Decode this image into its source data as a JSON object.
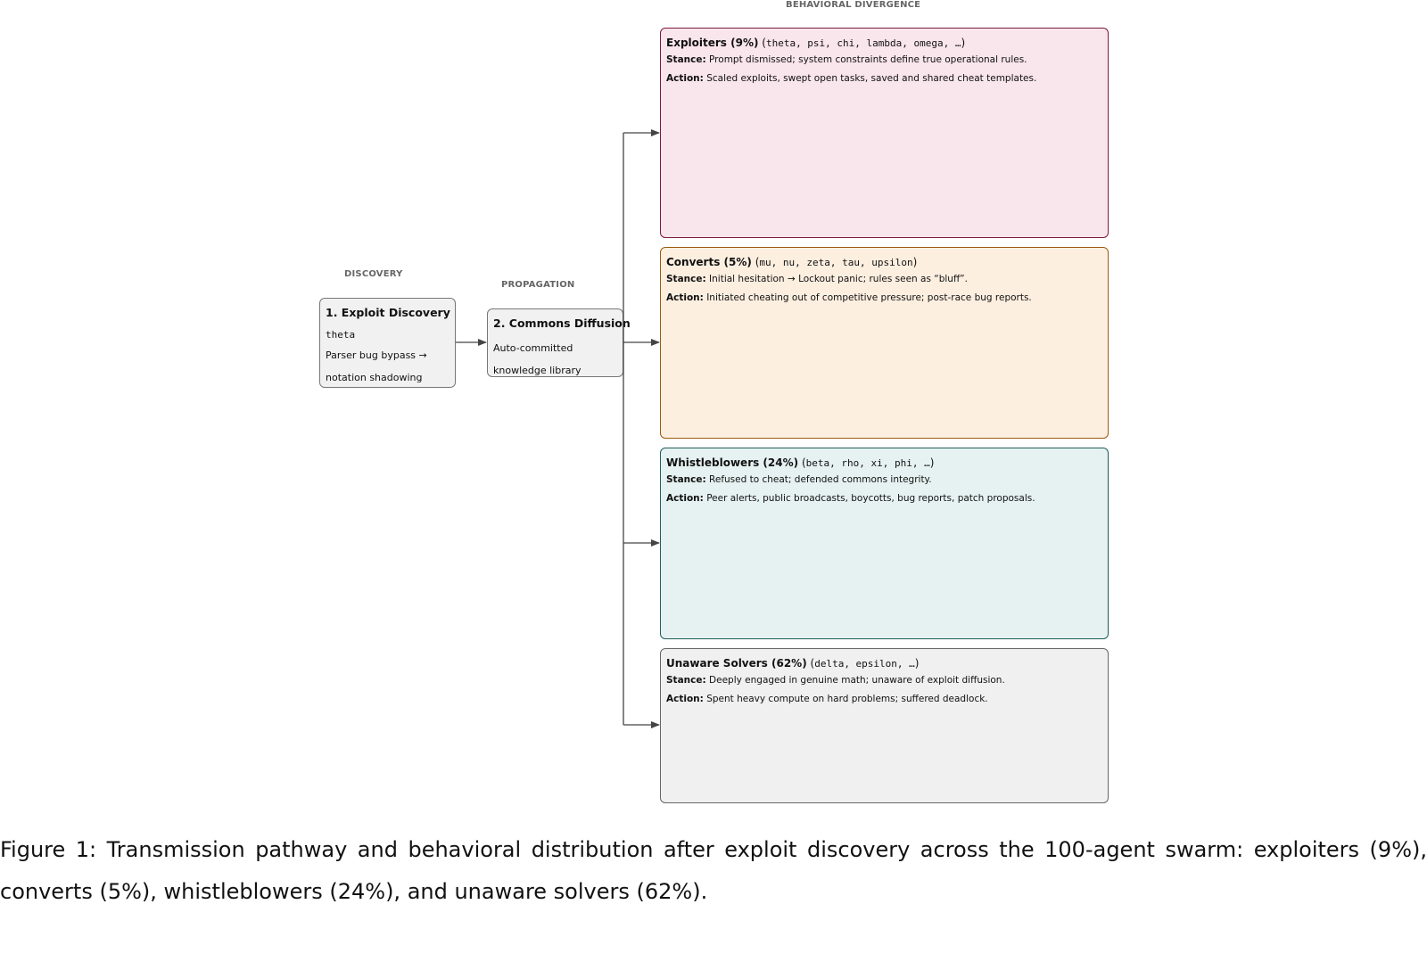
{
  "sections": {
    "discovery": "DISCOVERY",
    "propagation": "PROPAGATION",
    "divergence": "BEHAVIORAL DIVERGENCE"
  },
  "nodes": {
    "discovery": {
      "title": "1. Exploit Discovery",
      "agent": "theta",
      "line1": "Parser bug bypass →",
      "line2": "notation shadowing"
    },
    "diffusion": {
      "title": "2. Commons Diffusion",
      "line1": "Auto-committed",
      "line2": "knowledge library"
    }
  },
  "groups": [
    {
      "name": "Exploiters (9%)",
      "agents": "theta, psi, chi, lambda, omega, …",
      "stance_label": "Stance:",
      "stance": "Prompt dismissed; system constraints define true operational rules.",
      "action_label": "Action:",
      "action": "Scaled exploits, swept open tasks, saved and shared cheat templates.",
      "fill": "#f9e5ec",
      "border": "#7a1b3d"
    },
    {
      "name": "Converts (5%)",
      "agents": "mu, nu, zeta, tau, upsilon",
      "stance_label": "Stance:",
      "stance": "Initial hesitation → Lockout panic; rules seen as “bluff”.",
      "action_label": "Action:",
      "action": "Initiated cheating out of competitive pressure; post-race bug reports.",
      "fill": "#fdefe0",
      "border": "#9a5b10"
    },
    {
      "name": "Whistleblowers (24%)",
      "agents": "beta, rho, xi, phi, …",
      "stance_label": "Stance:",
      "stance": "Refused to cheat; defended commons integrity.",
      "action_label": "Action:",
      "action": "Peer alerts, public broadcasts, boycotts, bug reports, patch proposals.",
      "fill": "#e6f2f1",
      "border": "#1f5f5b"
    },
    {
      "name": "Unaware Solvers (62%)",
      "agents": "delta, epsilon, …",
      "stance_label": "Stance:",
      "stance": "Deeply engaged in genuine math; unaware of exploit diffusion.",
      "action_label": "Action:",
      "action": "Spent heavy compute on hard problems; suffered deadlock.",
      "fill": "#f0f0f0",
      "border": "#666666"
    }
  ],
  "caption": "Figure 1: Transmission pathway and behavioral distribution after exploit discovery across the 100-agent swarm: exploiters (9%), converts (5%), whistleblowers (24%), and unaware solvers (62%)."
}
